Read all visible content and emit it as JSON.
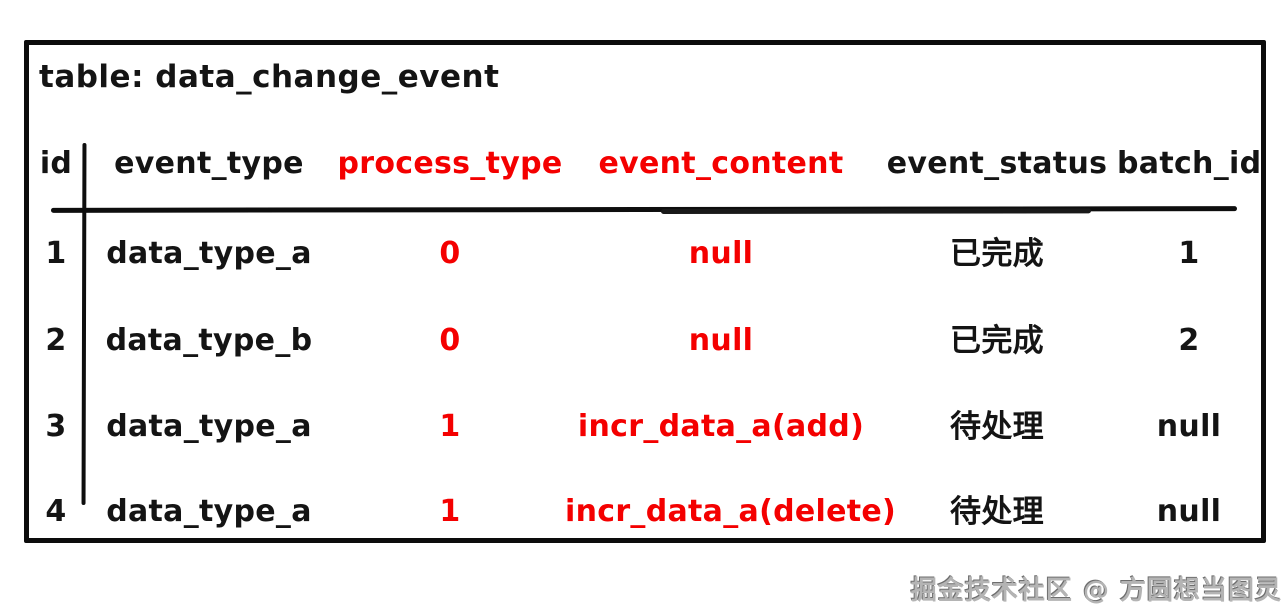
{
  "colors": {
    "red_accent": "#f40000",
    "ink": "#141414",
    "watermark_gray": "#b4b4b4"
  },
  "diagram": {
    "title": "table: data_change_event",
    "table": {
      "columns": [
        {
          "key": "id",
          "label": "id",
          "red": false
        },
        {
          "key": "event_type",
          "label": "event_type",
          "red": false
        },
        {
          "key": "process_type",
          "label": "process_type",
          "red": true
        },
        {
          "key": "event_content",
          "label": "event_content",
          "red": true
        },
        {
          "key": "event_status",
          "label": "event_status",
          "red": false
        },
        {
          "key": "batch_id",
          "label": "batch_id",
          "red": false
        }
      ],
      "rows": [
        {
          "cells": [
            "1",
            "data_type_a",
            "0",
            "null",
            "已完成",
            "1"
          ]
        },
        {
          "cells": [
            "2",
            "data_type_b",
            "0",
            "null",
            "已完成",
            "2"
          ]
        },
        {
          "cells": [
            "3",
            "data_type_a",
            "1",
            "incr_data_a(add)",
            "待处理",
            "null"
          ]
        },
        {
          "cells": [
            "4",
            "data_type_a",
            "1",
            "incr_data_a(delete)",
            "待处理",
            "null"
          ]
        }
      ]
    }
  },
  "watermark": "掘金技术社区 @ 方圆想当图灵"
}
